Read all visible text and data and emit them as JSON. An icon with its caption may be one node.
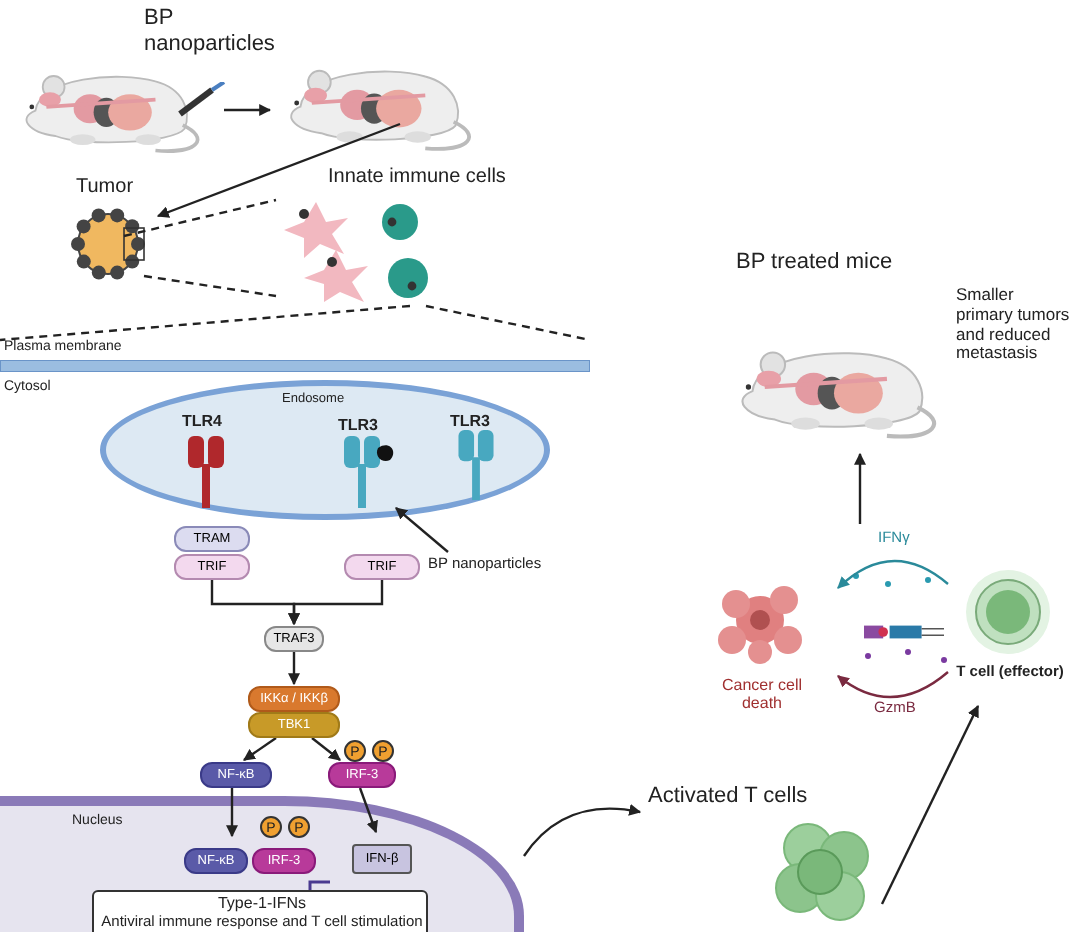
{
  "diagram": {
    "nodes": [
      {
        "text": [
          "BP nanoparticles"
        ]
      },
      {
        "text": [],
        "shape": "picture"
      },
      {
        "text": [
          "Tumor"
        ]
      },
      {
        "text": [
          "Innate immune cells"
        ]
      },
      {
        "text": [
          "Plasma membrane",
          "Cytosol"
        ]
      },
      {
        "text": [
          "Endosome"
        ],
        "in": 4
      },
      {
        "text": [
          "TLR4"
        ],
        "in": 5
      },
      {
        "text": [
          "TLR3"
        ],
        "in": 5
      },
      {
        "text": [
          "TLR3"
        ],
        "in": 5
      },
      {
        "text": [
          "BP nanoparticles"
        ],
        "in": 4
      },
      {
        "text": [
          "TRAM"
        ],
        "in": 4
      },
      {
        "text": [
          "TRIF"
        ],
        "in": 4
      },
      {
        "text": [
          "TRIF"
        ],
        "in": 4
      },
      {
        "text": [
          "TRAF3"
        ],
        "in": 4
      },
      {
        "text": [
          "IKKα / IKKβ"
        ],
        "in": 4
      },
      {
        "text": [
          "TBK1"
        ],
        "in": 4
      },
      {
        "text": [
          "NF-κB"
        ],
        "in": 4
      },
      {
        "text": [
          "IRF-3"
        ],
        "in": 4
      },
      {
        "text": [
          "Nucleus"
        ],
        "in": 4
      },
      {
        "text": [
          "NF-κB"
        ],
        "in": 18
      },
      {
        "text": [
          "IRF-3"
        ],
        "in": 18
      },
      {
        "text": [
          "IFN-β"
        ],
        "in": 18
      },
      {
        "text": [
          "Type-1-IFNs",
          "Antiviral immune response and T cell stimulation"
        ],
        "in": 18
      },
      {
        "text": [
          "Activated T cells"
        ]
      },
      {
        "text": [
          "T cell (effector)"
        ]
      },
      {
        "text": [
          "Cancer cell death"
        ]
      },
      {
        "text": [
          "BP treated mice"
        ],
        "beside": [
          "Smaller primary tumors and reduced metastasis"
        ]
      }
    ],
    "edges": [
      {
        "from": 0,
        "to": 1,
        "arrow": "to"
      },
      {
        "from": 1,
        "to": 2,
        "arrow": "to"
      },
      {
        "from": 2,
        "to": 3,
        "arrow": "none",
        "style": "dashed"
      },
      {
        "from": 3,
        "to": 4,
        "arrow": "none",
        "style": "dashed"
      },
      {
        "from": 9,
        "to": 7,
        "arrow": "to"
      },
      {
        "from": 11,
        "to": 13,
        "arrow": "to"
      },
      {
        "from": 12,
        "to": 13,
        "arrow": "to"
      },
      {
        "from": 13,
        "to": 14,
        "arrow": "to"
      },
      {
        "from": 15,
        "to": 16,
        "arrow": "to"
      },
      {
        "from": 15,
        "to": 17,
        "arrow": "to"
      },
      {
        "from": 16,
        "to": 19,
        "arrow": "to"
      },
      {
        "from": 17,
        "to": 21,
        "arrow": "to"
      },
      {
        "from": 18,
        "to": 23,
        "arrow": "to"
      },
      {
        "from": 23,
        "to": 24,
        "arrow": "to"
      },
      {
        "from": 24,
        "to": 25,
        "arrow": "to",
        "label": "IFNγ",
        "color": "#2a8a9a"
      },
      {
        "from": 24,
        "to": 25,
        "arrow": "to",
        "label": "GzmB",
        "color": "#7a2a40"
      },
      {
        "from": null,
        "to": 26,
        "arrow": "to"
      }
    ],
    "labels": [
      "P",
      "P",
      "P",
      "P"
    ]
  }
}
